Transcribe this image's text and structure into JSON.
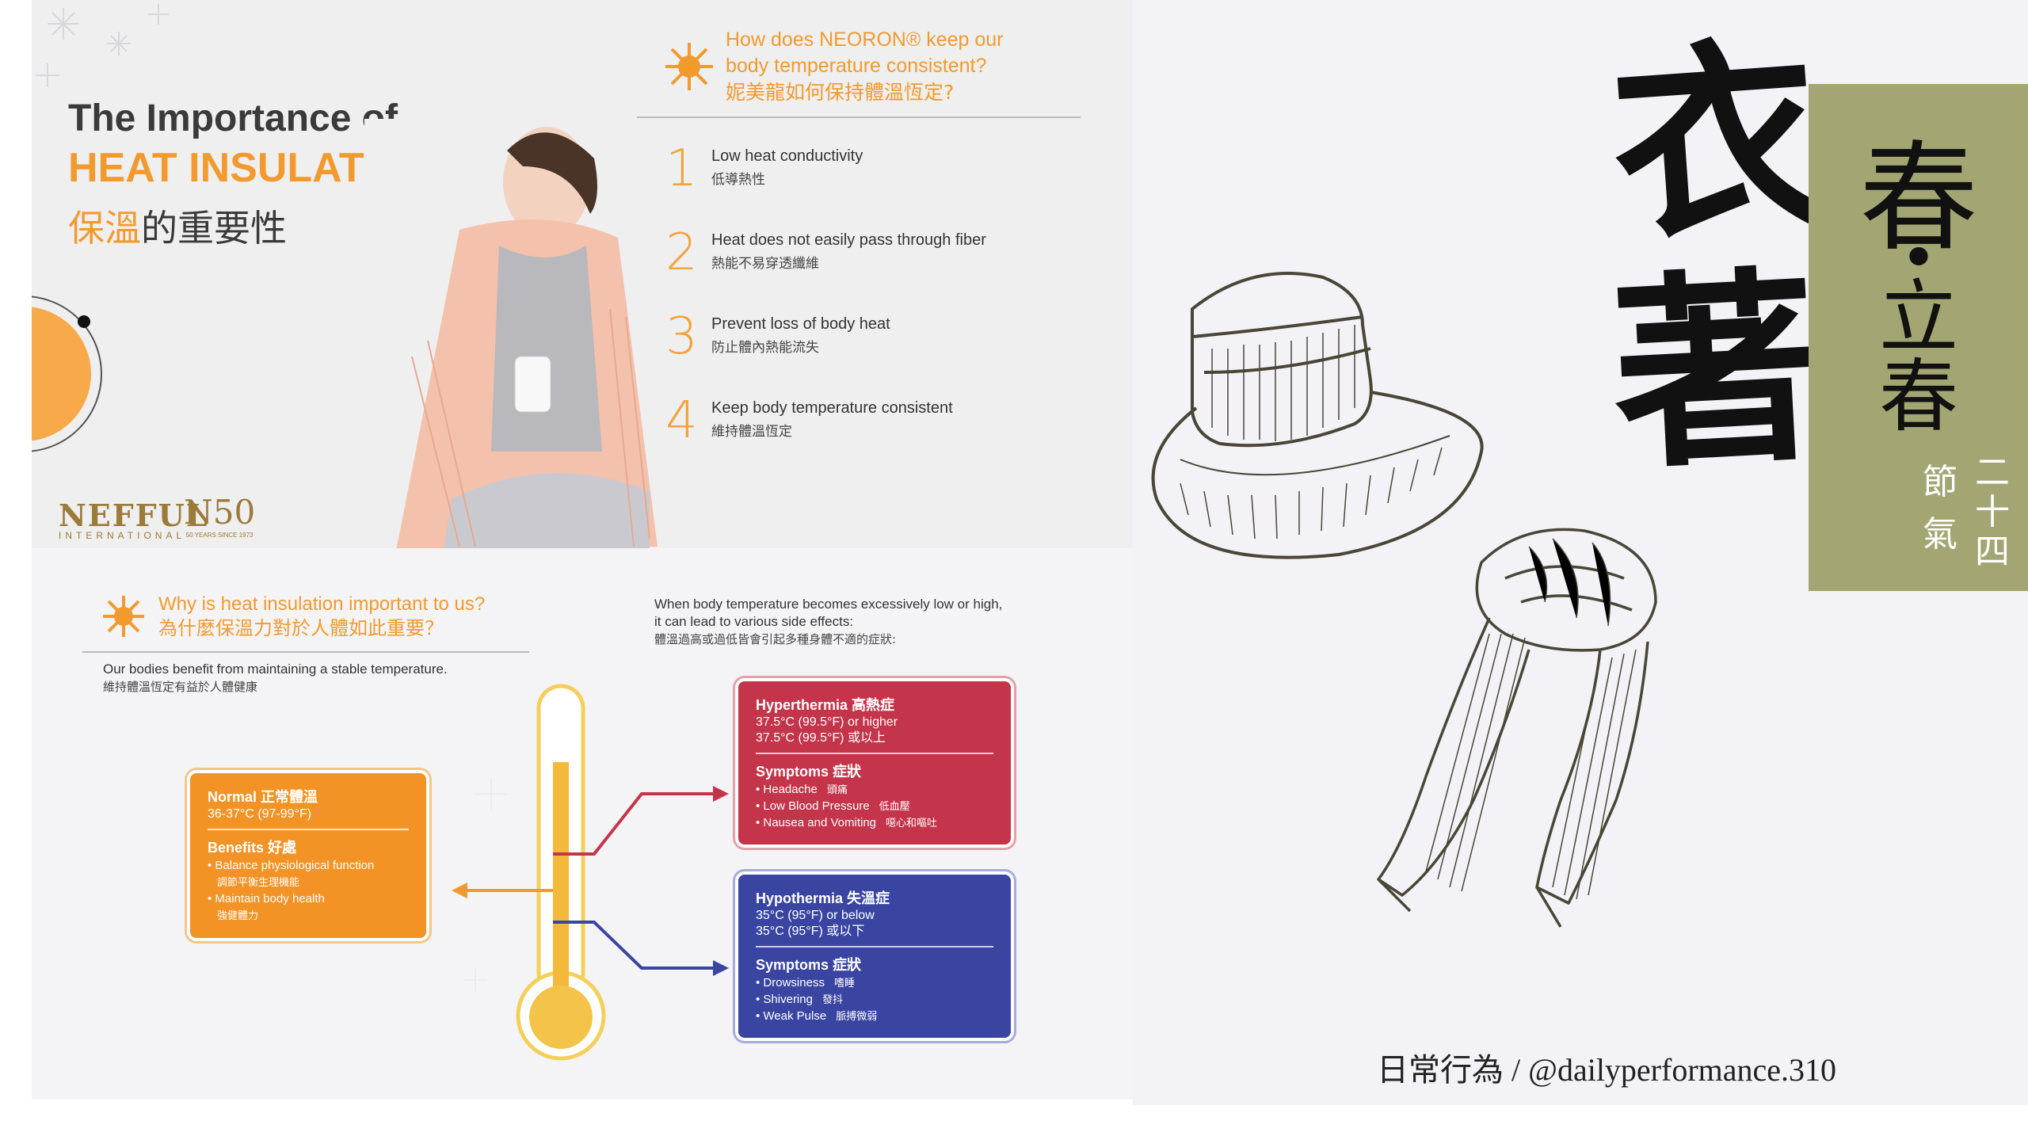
{
  "left_top": {
    "title_line1": "The Importance of",
    "title_line2": "HEAT INSULATION",
    "title_zh_highlight": "保溫",
    "title_zh_rest": "的重要性",
    "brand": "NEFFUL",
    "brand_sub": "INTERNATIONAL",
    "brand_n50": "N50",
    "brand_n50_sub": "50 YEARS SINCE 1973",
    "question_en_1": "How does NEORON® keep our",
    "question_en_2": "body temperature consistent?",
    "question_zh": "妮美龍如何保持體溫恆定?",
    "steps": [
      {
        "num": "1",
        "en": "Low heat conductivity",
        "zh": "低導熱性"
      },
      {
        "num": "2",
        "en": "Heat does not easily pass through fiber",
        "zh": "熱能不易穿透纖維"
      },
      {
        "num": "3",
        "en": "Prevent loss of body heat",
        "zh": "防止體內熱能流失"
      },
      {
        "num": "4",
        "en": "Keep body temperature consistent",
        "zh": "維持體溫恆定"
      }
    ]
  },
  "left_bottom": {
    "question_en": "Why is heat insulation important to us?",
    "question_zh": "為什麼保溫力對於人體如此重要？",
    "benefit_en": "Our bodies benefit from maintaining a stable temperature.",
    "benefit_zh": "維持體溫恆定有益於人體健康",
    "side_en_1": "When body temperature becomes excessively low or high,",
    "side_en_2": "it can lead to various side effects:",
    "side_zh": "體溫過高或過低皆會引起多種身體不適的症狀:",
    "normal": {
      "title": "Normal  正常體溫",
      "range": "36-37°C (97-99°F)",
      "benefits_title": "Benefits  好處",
      "items": [
        {
          "en": "• Balance physiological function",
          "zh": "調節平衡生理機能"
        },
        {
          "en": "• Maintain body health",
          "zh": "強健體力"
        }
      ]
    },
    "hyper": {
      "title": "Hyperthermia  高熱症",
      "range_en": "37.5°C (99.5°F) or higher",
      "range_zh": "37.5°C (99.5°F) 或以上",
      "symptoms_title": "Symptoms  症狀",
      "items": [
        {
          "en": "• Headache",
          "zh": "頭痛"
        },
        {
          "en": "• Low Blood Pressure",
          "zh": "低血壓"
        },
        {
          "en": "• Nausea and Vomiting",
          "zh": "噁心和嘔吐"
        }
      ]
    },
    "hypo": {
      "title": "Hypothermia  失溫症",
      "range_en": "35°C (95°F) or below",
      "range_zh": "35°C (95°F) 或以下",
      "symptoms_title": "Symptoms  症狀",
      "items": [
        {
          "en": "• Drowsiness",
          "zh": "嗜睡"
        },
        {
          "en": "• Shivering",
          "zh": "發抖"
        },
        {
          "en": "• Weak Pulse",
          "zh": "脈搏微弱"
        }
      ]
    }
  },
  "right": {
    "big_char_1": "衣",
    "big_char_2": "著",
    "vertical_1": "春",
    "vertical_dot": "•",
    "vertical_2": "立",
    "vertical_3": "春",
    "solar_a1": "二",
    "solar_a2": "十",
    "solar_a3": "四",
    "solar_b1": "節",
    "solar_b2": "氣",
    "credit": "日常行為 / @dailyperformance.310"
  },
  "colors": {
    "accent_orange": "#f29a2e",
    "hyper_red": "#c4344a",
    "hypo_blue": "#3a45a2",
    "olive": "#a3a672"
  }
}
